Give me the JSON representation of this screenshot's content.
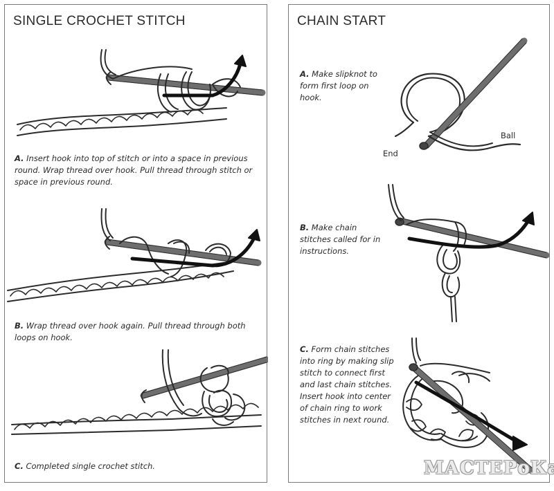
{
  "left_panel": {
    "title": "SINGLE CROCHET STITCH",
    "steps": [
      {
        "letter": "A.",
        "text": "Insert hook into top of stitch or into a space in previous round. Wrap thread over hook. Pull thread through stitch or space in previous round."
      },
      {
        "letter": "B.",
        "text": "Wrap thread over hook again. Pull thread through both loops on hook."
      },
      {
        "letter": "C.",
        "text": "Completed single crochet stitch."
      }
    ]
  },
  "right_panel": {
    "title": "CHAIN START",
    "steps": [
      {
        "letter": "A.",
        "text": "Make slipknot to form first loop on hook."
      },
      {
        "letter": "B.",
        "text": "Make chain stitches called for in instructions."
      },
      {
        "letter": "C.",
        "text": "Form chain stitches into ring by making slip stitch to connect first and last chain stitches. Insert hook into center of chain ring to work stitches in next round."
      }
    ],
    "labels": {
      "end": "End",
      "ball": "Ball"
    }
  },
  "watermark": "МАСТЕРоКаЯ",
  "colors": {
    "line": "#2b2b2b",
    "hook": "#6e6e6e",
    "border": "#7a7a7a"
  }
}
